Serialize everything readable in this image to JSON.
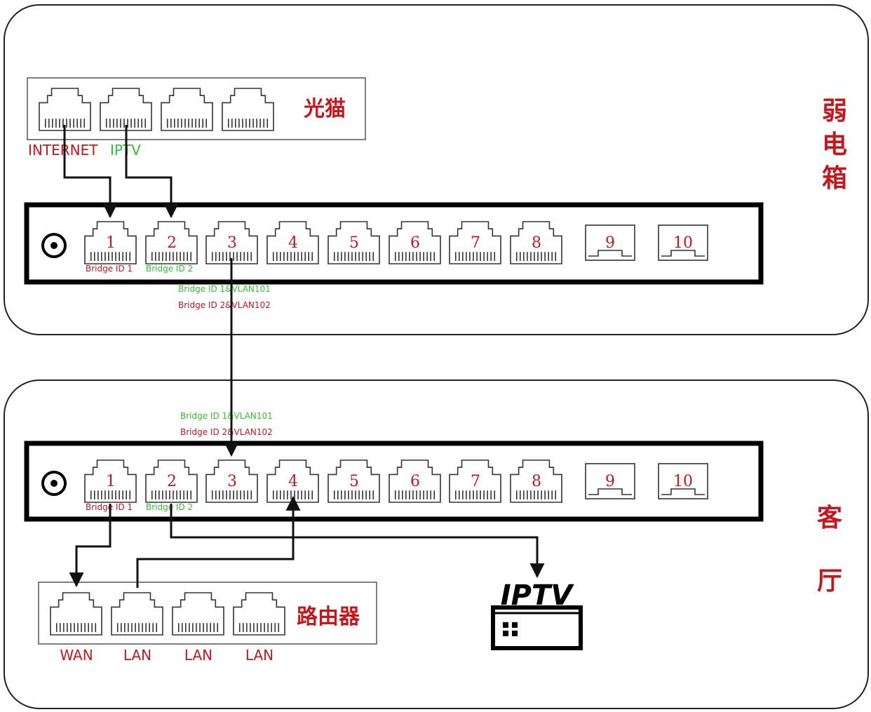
{
  "colors": {
    "red": "#c8161d",
    "green": "#2fc22f",
    "black": "#111111",
    "port_stroke": "#333333"
  },
  "rooms": {
    "top": "弱电箱",
    "bottom": "客厅"
  },
  "modem": {
    "title": "光猫",
    "port_labels": [
      "INTERNET",
      "IPTV"
    ]
  },
  "switch_ports": [
    "1",
    "2",
    "3",
    "4",
    "5",
    "6",
    "7",
    "8",
    "9",
    "10"
  ],
  "switch_top": {
    "bridge_labels": [
      "Bridge ID 1",
      "Bridge ID 2"
    ],
    "trunk_notes": [
      "Bridge ID 1&VLAN101",
      "Bridge ID 2&VLAN102"
    ]
  },
  "switch_bottom": {
    "bridge_labels": [
      "Bridge ID 1",
      "Bridge ID 2"
    ],
    "trunk_notes": [
      "Bridge ID 1&VLAN101",
      "Bridge ID 2&VLAN102"
    ]
  },
  "router": {
    "title": "路由器",
    "port_labels": [
      "WAN",
      "LAN",
      "LAN",
      "LAN"
    ]
  },
  "iptv_box": {
    "label": "IPTV"
  }
}
